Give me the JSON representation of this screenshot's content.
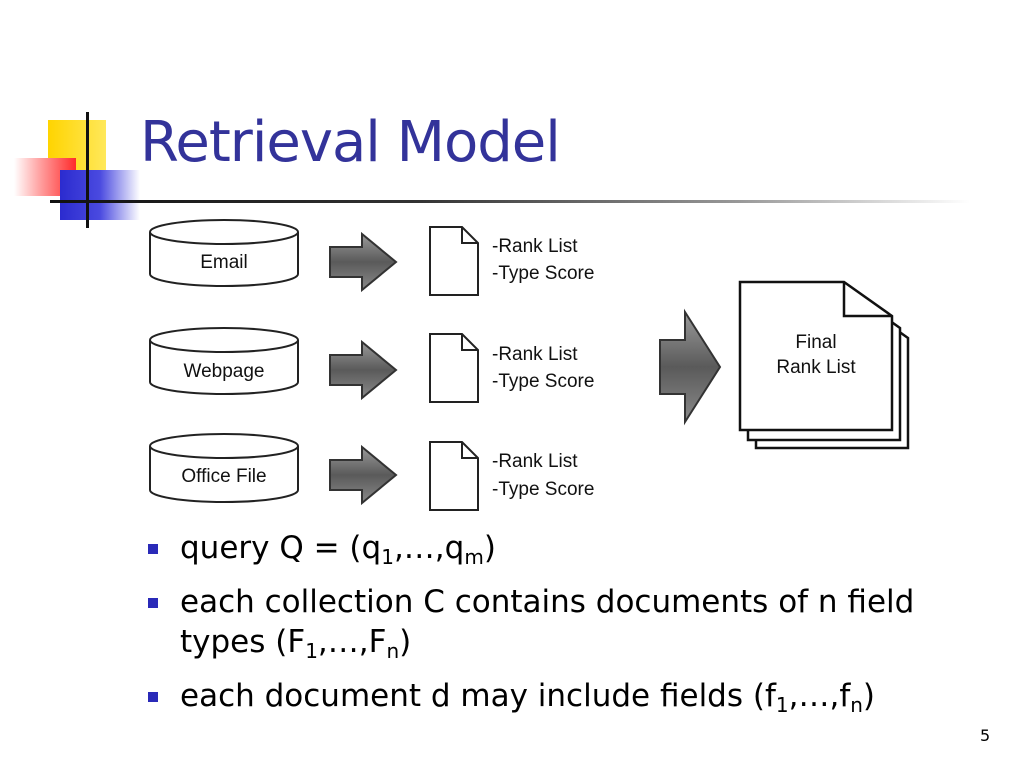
{
  "slide": {
    "title": "Retrieval Model",
    "page_number": "5"
  },
  "diagram": {
    "collections": [
      {
        "label": "Email"
      },
      {
        "label": "Webpage"
      },
      {
        "label": "Office File"
      }
    ],
    "doc_labels": {
      "line1": "-Rank List",
      "line2": "-Type Score"
    },
    "final": {
      "line1": "Final",
      "line2": "Rank List"
    }
  },
  "bullets": [
    {
      "segments": [
        {
          "t": "query Q = (q"
        },
        {
          "s": "1"
        },
        {
          "t": ",…,q"
        },
        {
          "s": "m"
        },
        {
          "t": ")"
        }
      ]
    },
    {
      "segments": [
        {
          "t": "each collection C contains documents of n field types (F"
        },
        {
          "s": "1"
        },
        {
          "t": ",…,F"
        },
        {
          "s": "n"
        },
        {
          "t": ")"
        }
      ]
    },
    {
      "segments": [
        {
          "t": "each document d may include fields (f"
        },
        {
          "s": "1"
        },
        {
          "t": ",…,f"
        },
        {
          "s": "n"
        },
        {
          "t": ")"
        }
      ]
    }
  ]
}
